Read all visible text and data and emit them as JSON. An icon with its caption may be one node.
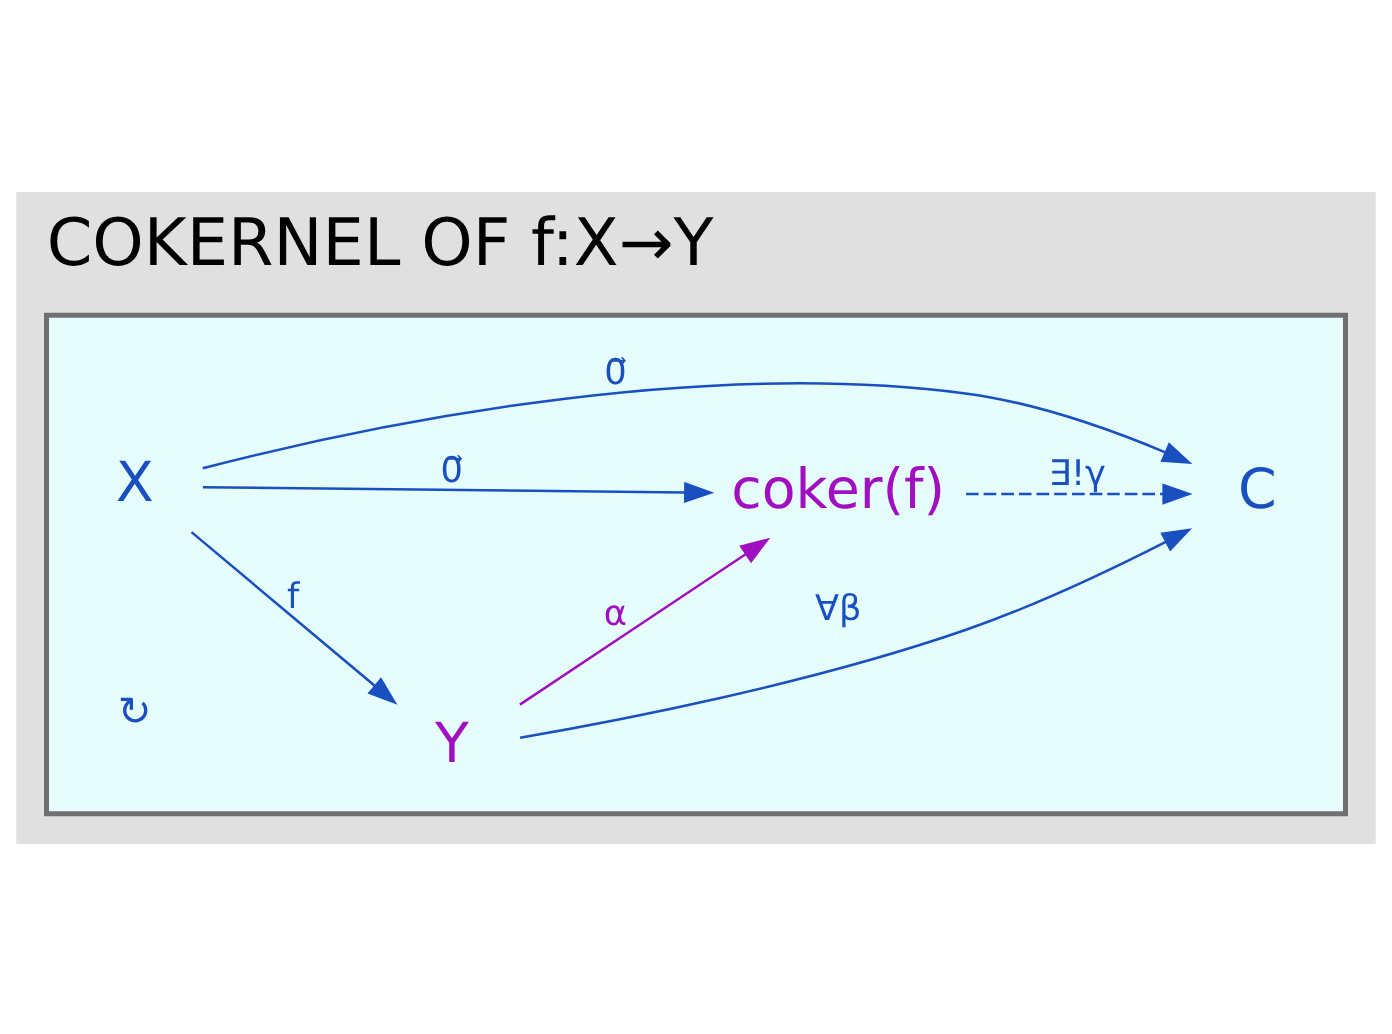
{
  "diagram": {
    "title": "COKERNEL OF f:X→Y",
    "nodes": [
      {
        "text": [],
        "shape": "box"
      },
      {
        "text": [
          "X"
        ],
        "in": 0
      },
      {
        "text": [
          "Y"
        ],
        "in": 0
      },
      {
        "text": [
          "coker(f)"
        ],
        "in": 0
      },
      {
        "text": [
          "C"
        ],
        "in": 0
      }
    ],
    "edges": [
      {
        "from": 1,
        "to": 2,
        "arrow": "to",
        "label": "f"
      },
      {
        "from": 2,
        "to": 3,
        "arrow": "to",
        "label": "α",
        "color": "#a010c0"
      },
      {
        "from": 1,
        "to": 3,
        "arrow": "to",
        "label": "0⃗"
      },
      {
        "from": 1,
        "to": 4,
        "arrow": "to",
        "label": "0⃗"
      },
      {
        "from": 2,
        "to": 4,
        "arrow": "to",
        "label": "∀β"
      },
      {
        "from": 3,
        "to": 4,
        "arrow": "to",
        "label": "∃!γ",
        "style": "dashed"
      }
    ],
    "labels": [
      "↻"
    ]
  }
}
